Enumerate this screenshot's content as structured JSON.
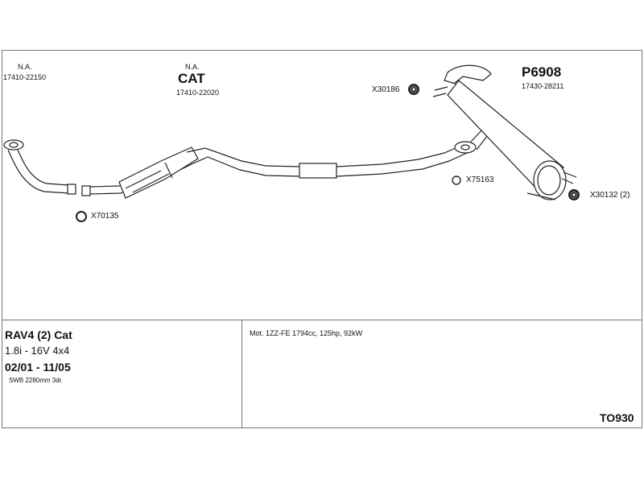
{
  "header": {
    "left_na": "N.A.",
    "left_part": "17410-22150",
    "cat_na": "N.A.",
    "cat_title": "CAT",
    "cat_part": "17410-22020",
    "rear_title": "P6908",
    "rear_part": "17430-28211"
  },
  "parts": {
    "x30186": "X30186",
    "x75163": "X75163",
    "x70135": "X70135",
    "x30132": "X30132 (2)"
  },
  "vehicle": {
    "model": "RAV4 (2) Cat",
    "engine": "1.8i - 16V 4x4",
    "years": "02/01 - 11/05",
    "body": "SWB 2280mm 3dr."
  },
  "motor": "Mot. 1ZZ-FE 1794cc, 125hp, 92kW",
  "code": "TO930"
}
